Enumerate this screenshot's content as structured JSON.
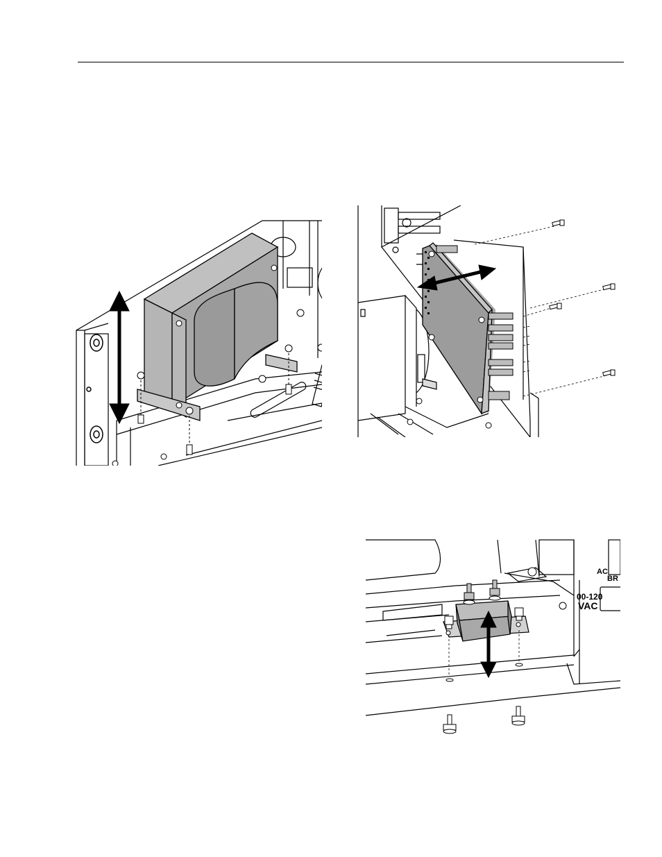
{
  "figures": [
    {
      "id": "transformer",
      "labels": []
    },
    {
      "id": "circuit-board",
      "labels": []
    },
    {
      "id": "breaker",
      "labels": {
        "voltage_line1": "00-120",
        "voltage_line2": "VAC",
        "panel_line1": "AC",
        "panel_line2": "BR"
      }
    }
  ],
  "colors": {
    "component_fill": "#a8a8a8",
    "line": "#000000",
    "background": "#ffffff"
  }
}
